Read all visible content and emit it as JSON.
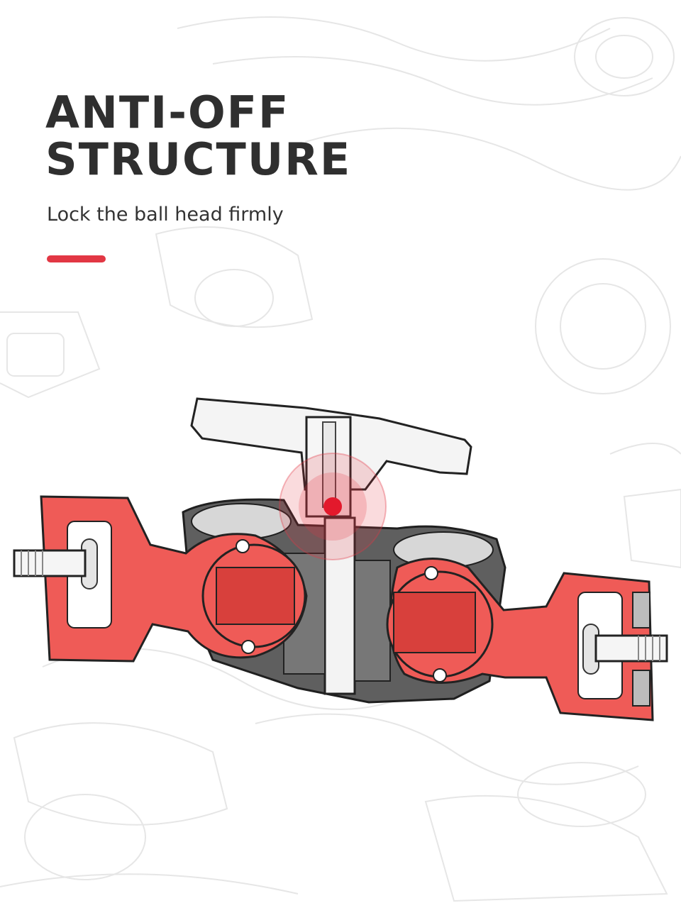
{
  "headline": {
    "line1": "ANTI-OFF",
    "line2": "STRUCTURE"
  },
  "subtitle": "Lock the ball head firmly",
  "colors": {
    "accent": "#e23744",
    "part_red": "#ee5a56",
    "part_red_dark": "#c9302c",
    "metal_gray": "#666666",
    "metal_light": "#f2f2f2",
    "text_dark": "#2f2f2f",
    "sketch_line": "#e4e4e4"
  },
  "illustration": {
    "subject": "cross-section-ball-head-magic-arm",
    "highlight_icon": "lock-point-icon"
  }
}
